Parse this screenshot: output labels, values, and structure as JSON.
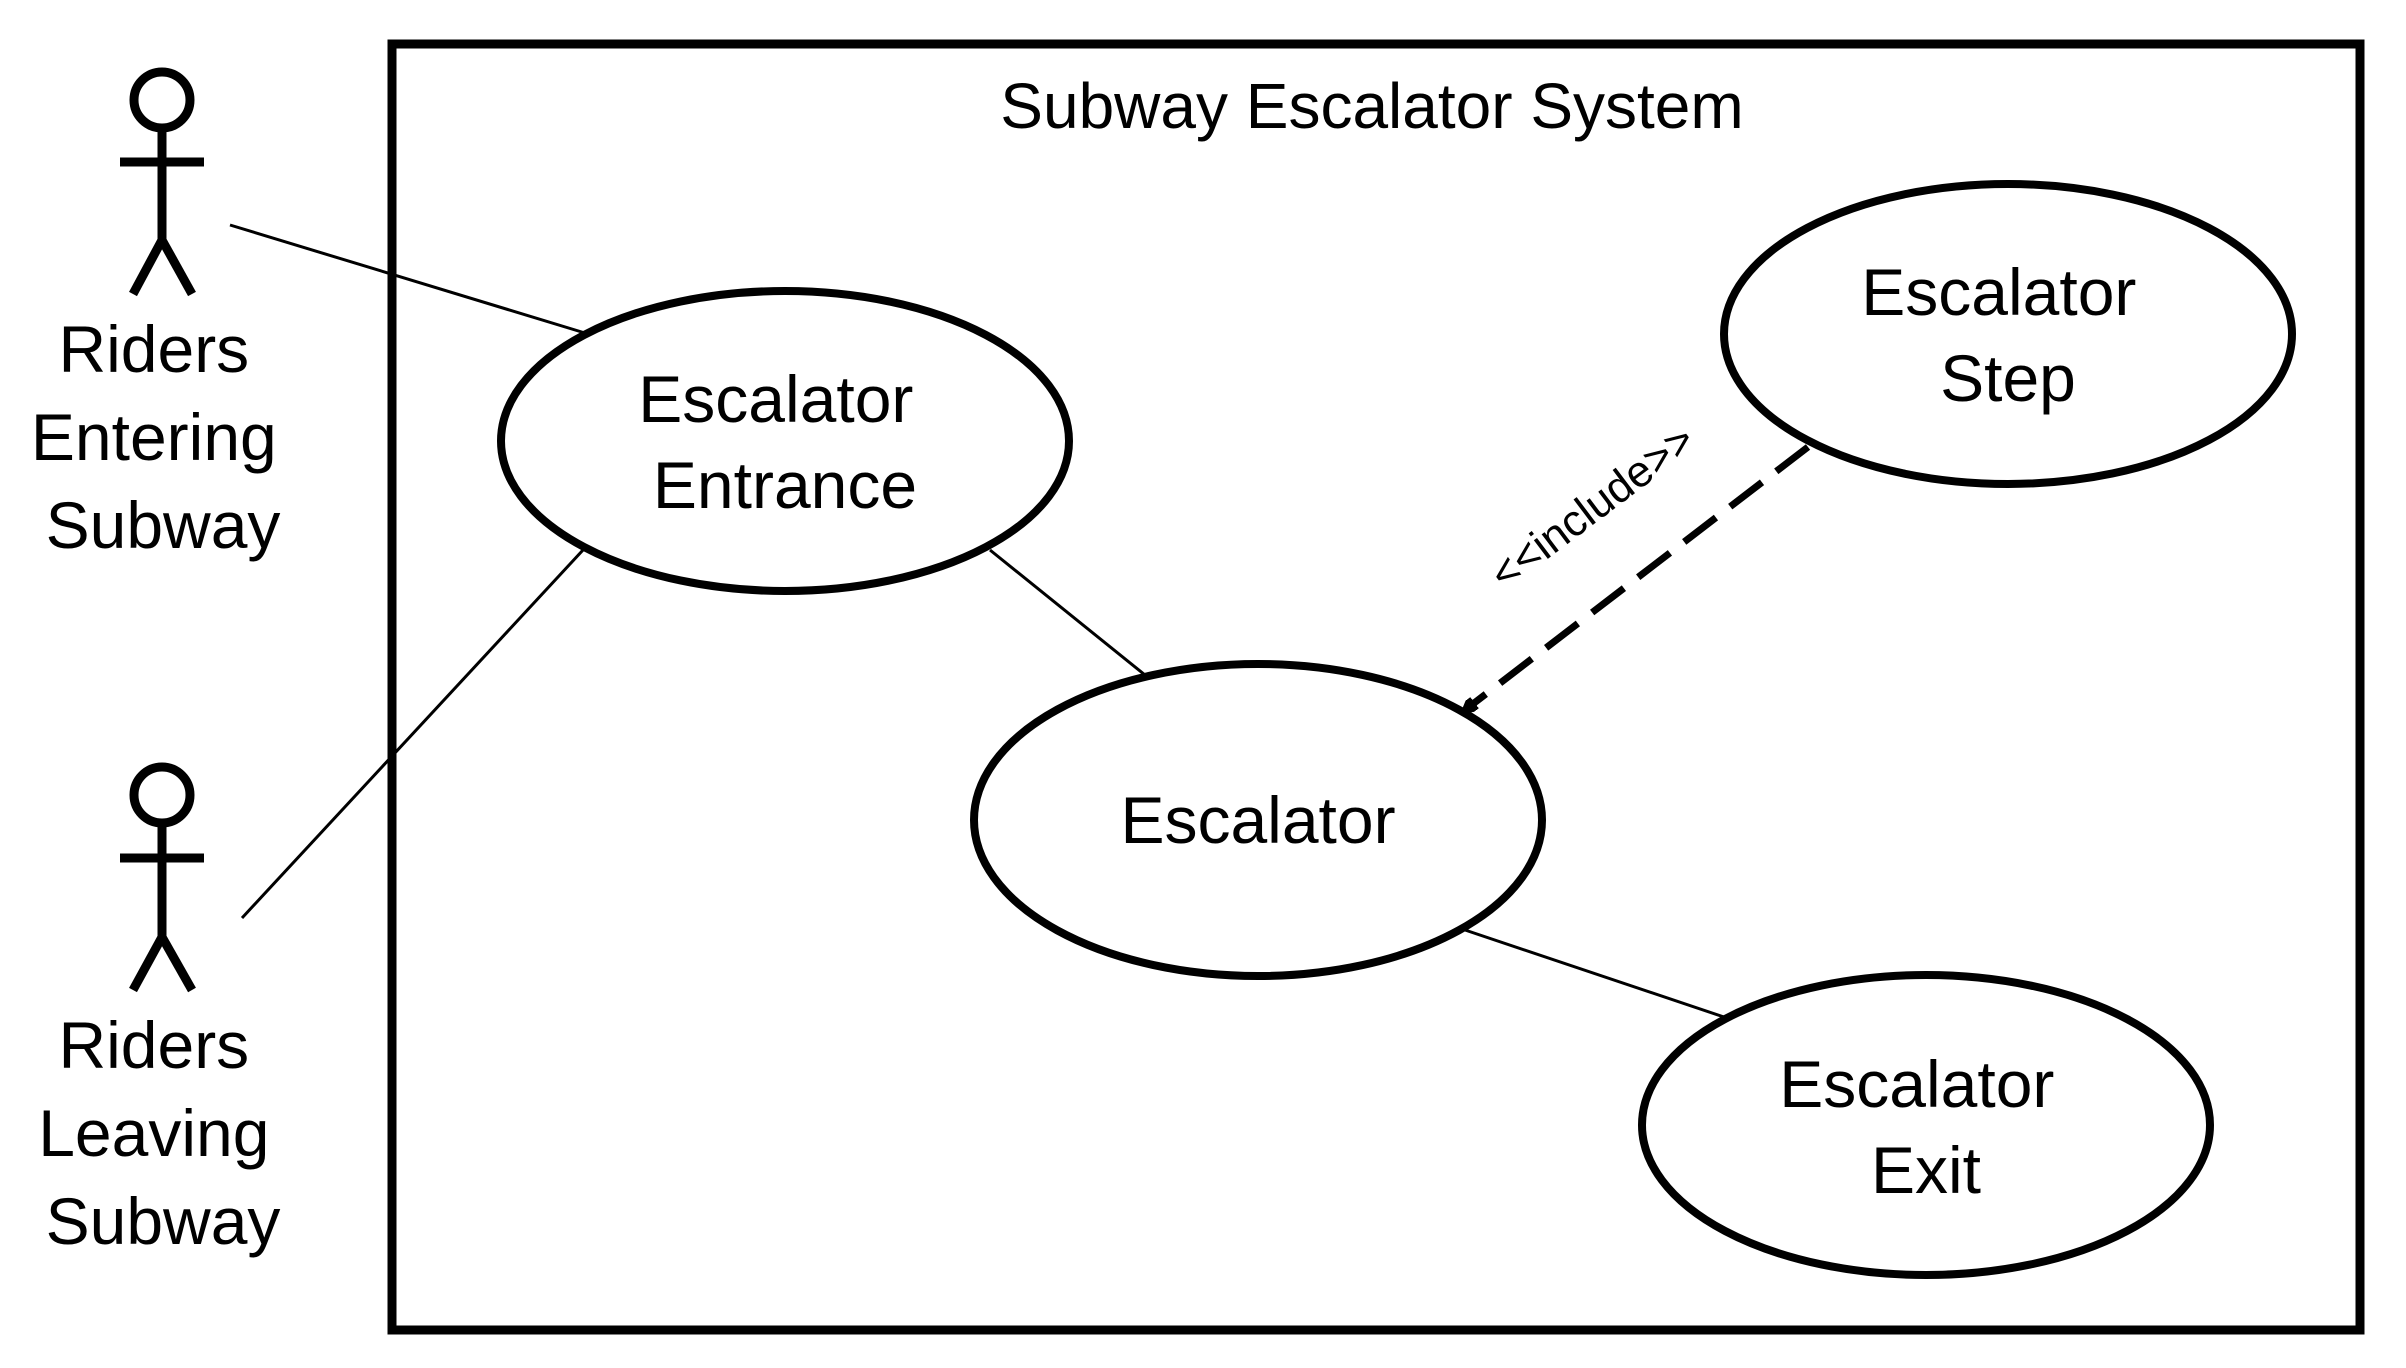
{
  "system": {
    "title": "Subway Escalator System"
  },
  "actors": [
    {
      "id": "entering",
      "lines": [
        "Riders",
        "Entering",
        "Subway"
      ]
    },
    {
      "id": "leaving",
      "lines": [
        "Riders",
        "Leaving",
        "Subway"
      ]
    }
  ],
  "use_cases": [
    {
      "id": "entrance",
      "lines": [
        "Escalator",
        "Entrance"
      ]
    },
    {
      "id": "escalator",
      "lines": [
        "Escalator"
      ]
    },
    {
      "id": "step",
      "lines": [
        "Escalator",
        "Step"
      ]
    },
    {
      "id": "exit",
      "lines": [
        "Escalator",
        "Exit"
      ]
    }
  ],
  "relationships": [
    {
      "from": "entering",
      "to": "entrance",
      "type": "association"
    },
    {
      "from": "leaving",
      "to": "entrance",
      "type": "association"
    },
    {
      "from": "entrance",
      "to": "escalator",
      "type": "association"
    },
    {
      "from": "escalator",
      "to": "exit",
      "type": "association"
    },
    {
      "from": "step",
      "to": "escalator",
      "type": "include",
      "label": "<<include>>"
    }
  ],
  "colors": {
    "stroke": "#000000",
    "background": "#ffffff"
  }
}
